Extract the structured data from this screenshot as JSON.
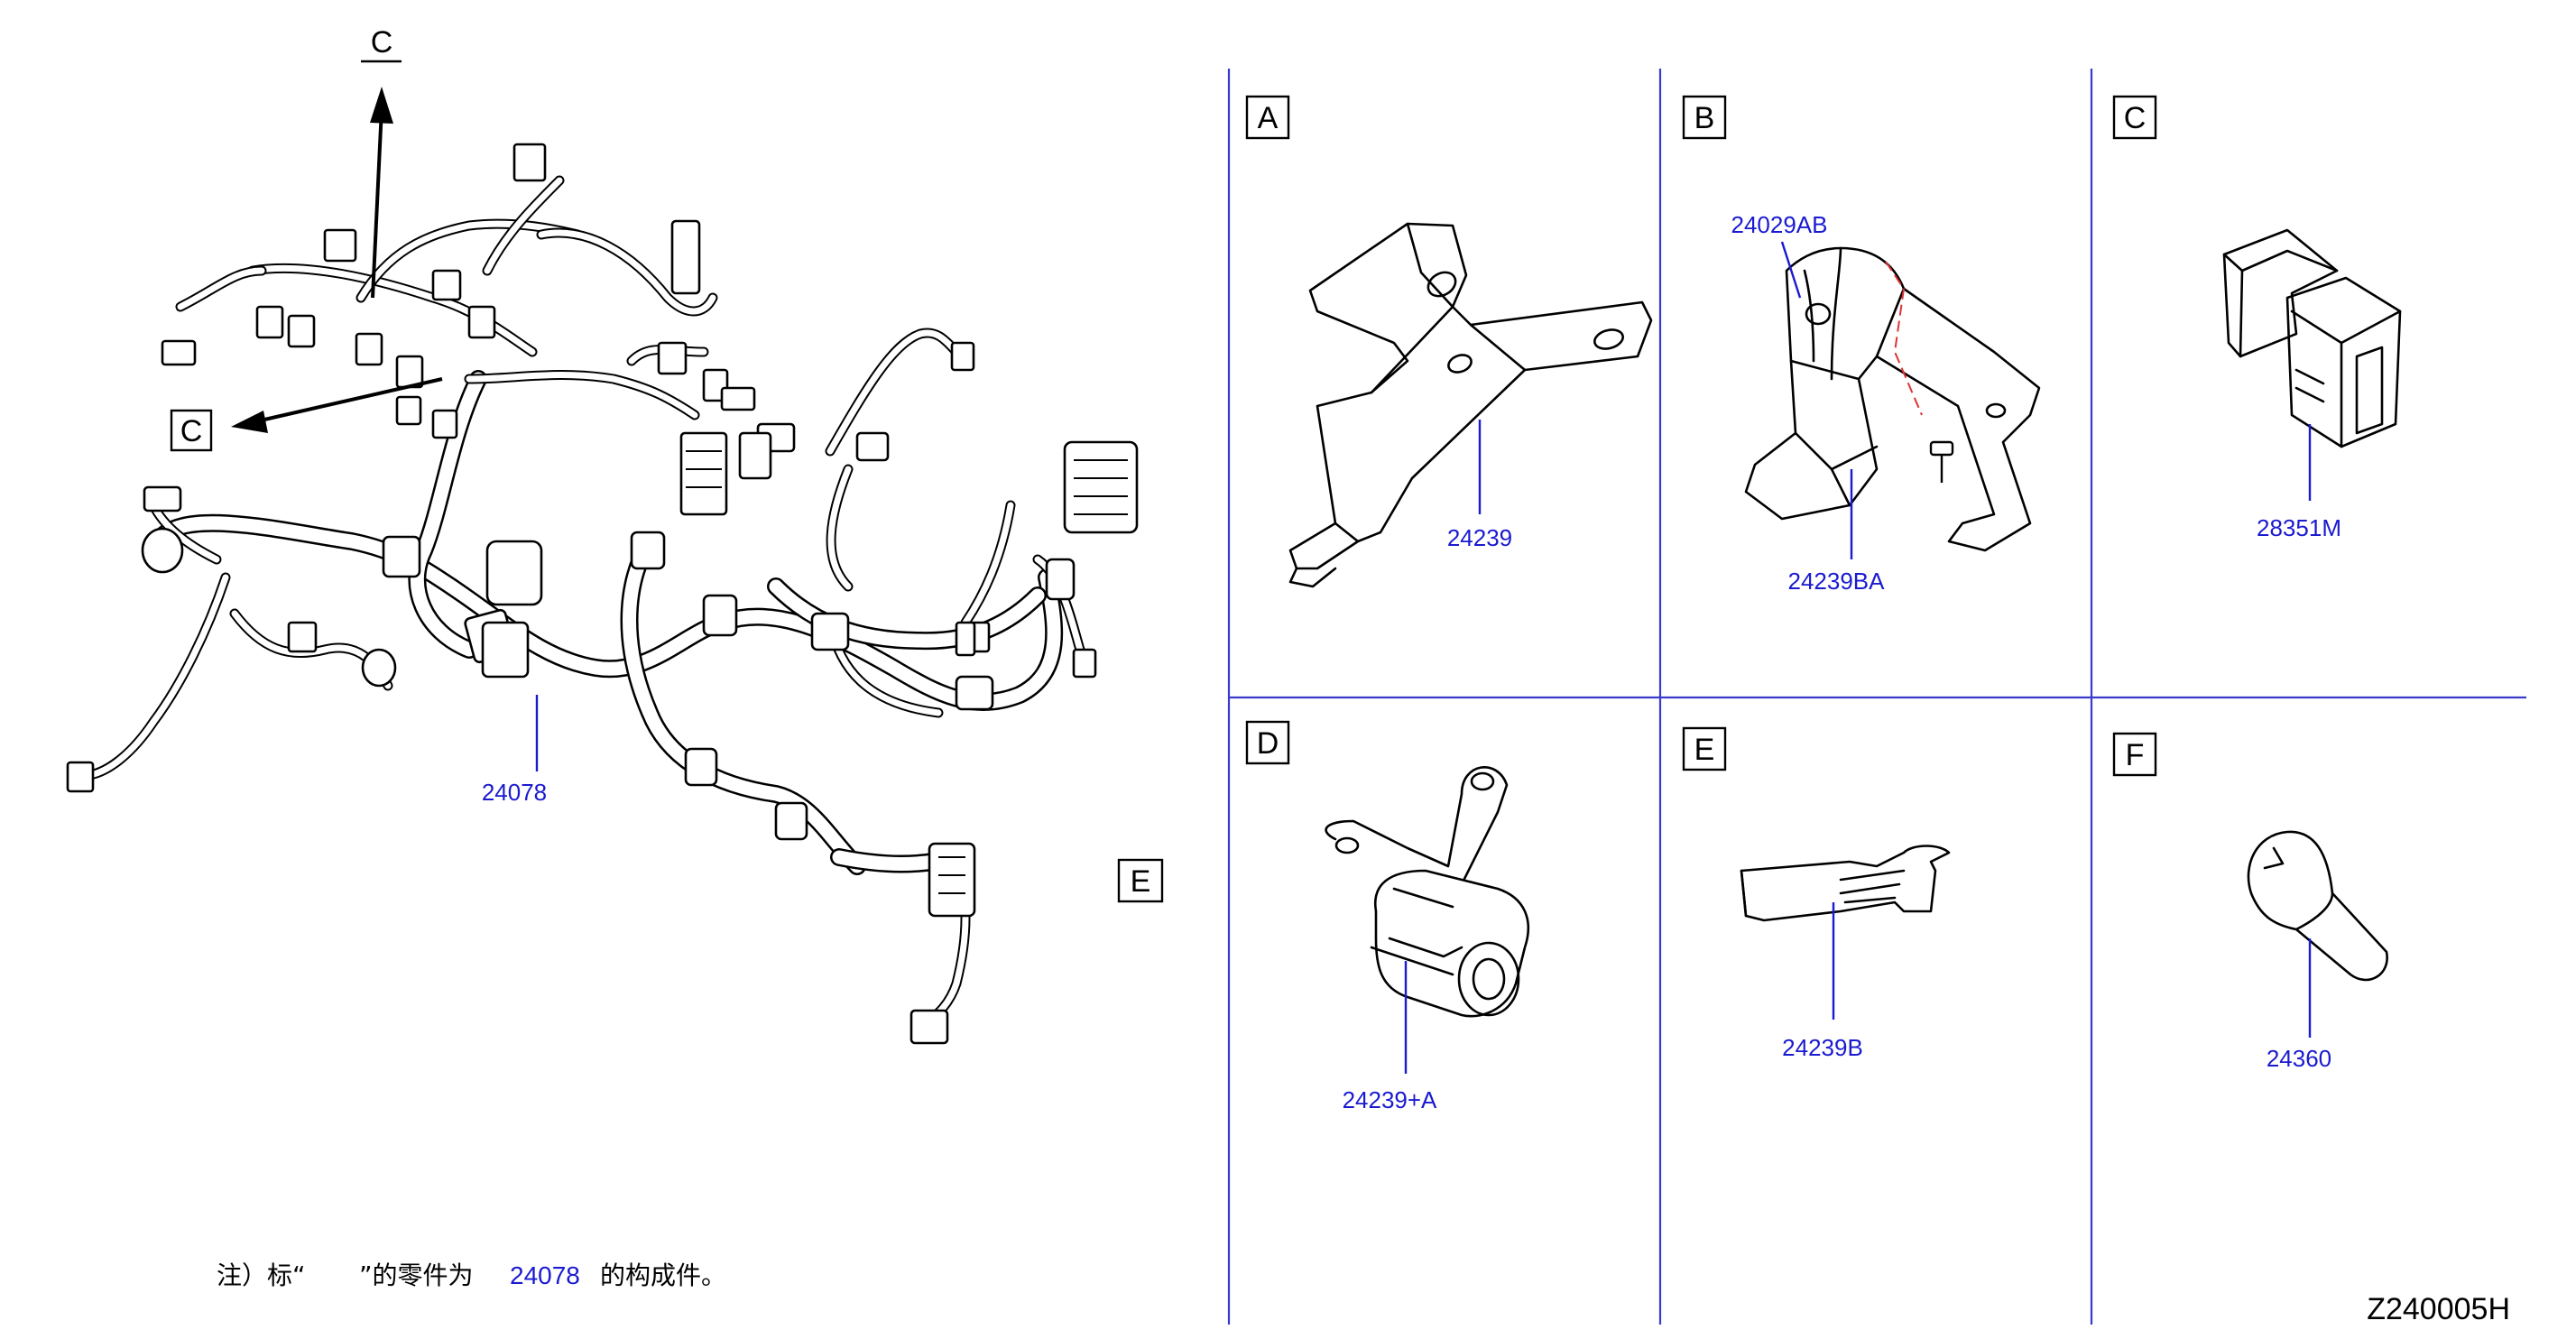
{
  "callouts": {
    "c_top": "C",
    "c_left": "C",
    "e_view": "E",
    "harness": "24078"
  },
  "panels": [
    {
      "letter": "A",
      "part": "24239"
    },
    {
      "letter": "B",
      "parts": [
        "24029AB",
        "24239BA"
      ]
    },
    {
      "letter": "C",
      "part": "28351M"
    },
    {
      "letter": "D",
      "part": "24239+A"
    },
    {
      "letter": "E",
      "part": "24239B"
    },
    {
      "letter": "F",
      "part": "24360"
    }
  ],
  "note": {
    "prefix": "注）标“",
    "middle": "”的零件为",
    "part": "24078",
    "suffix": "的构成件。"
  },
  "diagram_code": "Z240005H",
  "colors": {
    "part_number": "#1a1ad0",
    "divider": "#3a3acc",
    "line": "#000000"
  }
}
